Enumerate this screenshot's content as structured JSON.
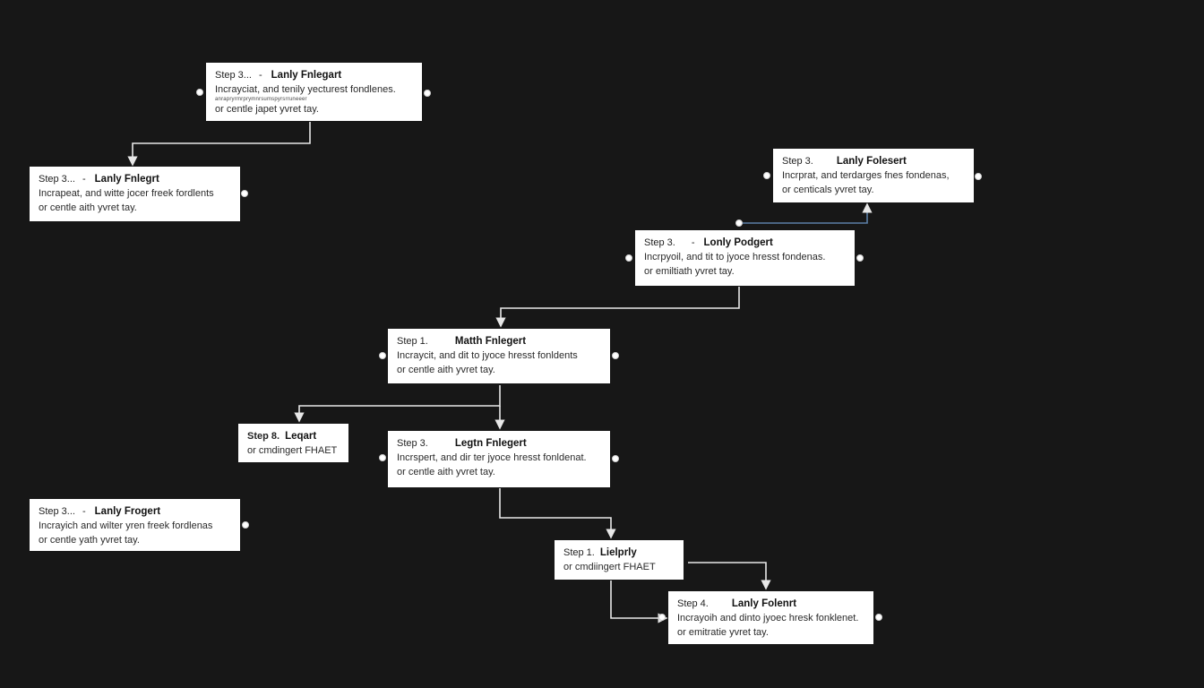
{
  "colors": {
    "background": "#171717",
    "node_fill": "#ffffff",
    "edge": "#e8e8e8",
    "edge_accent": "#5b7fa6"
  },
  "nodes": [
    {
      "id": "n1",
      "step": "Step 3...",
      "dash": "-",
      "title": "Lanly Fnlegart",
      "lines": [
        "Incrayciat, and tenily yecturest fondlenes.",
        "or centle japet yvret tay."
      ],
      "tiny": "anrapryrmrprymnrsumspyrsrruneeer"
    },
    {
      "id": "n2",
      "step": "Step 3...",
      "dash": "-",
      "title": "Lanly Fnlegrt",
      "lines": [
        "Incrapeat, and witte jocer freek fordlents",
        "or centle aith yvret tay."
      ]
    },
    {
      "id": "n3",
      "step": "Step 3.",
      "dash": "",
      "title": "Lanly Folesert",
      "lines": [
        "Incrprat, and terdarges fnes fondenas,",
        "or centicals yvret tay."
      ]
    },
    {
      "id": "n4",
      "step": "Step 3.",
      "dash": "-",
      "title": "Lonly Podgert",
      "lines": [
        "Incrpyoil, and tit to jyoce hresst fondenas.",
        "or emiltiath yvret tay."
      ]
    },
    {
      "id": "n5",
      "step": "Step 1.",
      "dash": "",
      "title": "Matth Fnlegert",
      "lines": [
        "Incraycit, and dit to jyoce hresst fonldents",
        "or centle aith yvret tay."
      ]
    },
    {
      "id": "n6",
      "step": "Step 8.",
      "dash": "",
      "title": "Leqart",
      "lines": [
        "or cmdingert FHAET"
      ]
    },
    {
      "id": "n7",
      "step": "Step 3.",
      "dash": "",
      "title": "Legtn Fnlegert",
      "lines": [
        "Incrspert, and dir ter jyoce hresst fonldenat.",
        "or centle aith yvret tay."
      ]
    },
    {
      "id": "n8",
      "step": "Step 3...",
      "dash": "-",
      "title": "Lanly Frogert",
      "lines": [
        "Incrayich and wilter yren freek fordlenas",
        "or centle yath yvret tay."
      ]
    },
    {
      "id": "n9",
      "step": "Step 1.",
      "dash": "",
      "title": "Lielprly",
      "lines": [
        "or cmdiingert FHAET"
      ]
    },
    {
      "id": "n10",
      "step": "Step 4.",
      "dash": "",
      "title": "Lanly Folenrt",
      "lines": [
        "Incrayoih and dinto jyoec hresk fonklenet.",
        "or emitratie yvret tay."
      ]
    }
  ],
  "edges": [
    {
      "from": "n1",
      "to": "n2"
    },
    {
      "from": "n4",
      "to": "n3"
    },
    {
      "from": "n4",
      "to": "n5"
    },
    {
      "from": "n5",
      "to": "n6"
    },
    {
      "from": "n5",
      "to": "n7"
    },
    {
      "from": "n7",
      "to": "n9"
    },
    {
      "from": "n9",
      "to": "n10"
    },
    {
      "from": "n9",
      "to": "n10"
    }
  ]
}
